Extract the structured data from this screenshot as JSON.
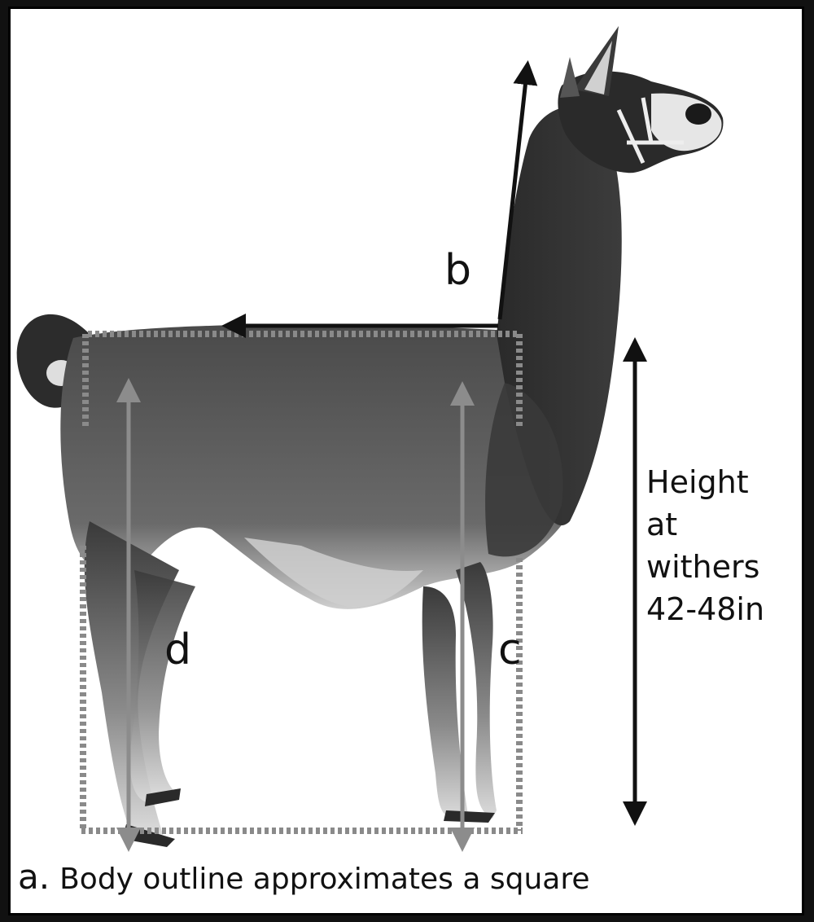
{
  "figure": {
    "labels": {
      "b": "b",
      "c": "c",
      "d": "d"
    },
    "height_label": "Height\nat\nwithers\n42-48in",
    "caption": {
      "marker": "a.",
      "text": "Body outline approximates a square"
    }
  },
  "colors": {
    "background": "#ffffff",
    "border": "#000000",
    "llama_dark": "#2f2f2f",
    "llama_fleece": "#5a5a5a",
    "llama_light": "#d8d8d8",
    "dotted_outline": "#8a8a8a",
    "gray_arrows": "#8c8c8c",
    "black_arrows": "#111111"
  },
  "icons": {
    "subject": "llama-illustration"
  }
}
